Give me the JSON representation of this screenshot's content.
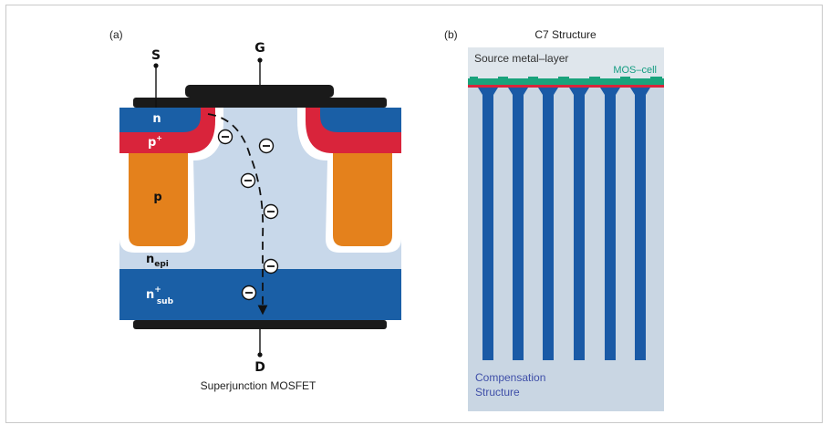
{
  "panel_a": {
    "label": "(a)",
    "caption": "Superjunction MOSFET",
    "terminals": {
      "source": "S",
      "gate": "G",
      "drain": "D"
    },
    "regions": {
      "n": "n",
      "p_plus": "p",
      "p_plus_sup": "+",
      "p": "p",
      "n_epi": "n",
      "n_epi_sub": "epi",
      "n_sub": "n",
      "n_sub_sup": "+",
      "n_sub_sub": "sub"
    },
    "electron_symbol": "−",
    "colors": {
      "n_region": "#1a5fa6",
      "p_plus_region": "#d9243b",
      "p_region": "#e4811c",
      "epi_region": "#c8d8ea",
      "metal": "#1a1a1a"
    }
  },
  "panel_b": {
    "label": "(b)",
    "title": "C7 Structure",
    "metal_label": "Source metal–layer",
    "mos_label": "MOS–cell",
    "compensation_label_line1": "Compensation",
    "compensation_label_line2": "Structure",
    "colors": {
      "background": "#c9d6e3",
      "metal": "#dfe6ec",
      "pillars": "#1a5aa6",
      "mos_cell": "#1aa37c",
      "mos_text": "#149d82",
      "comp_text": "#3f4fa8",
      "red_line": "#d9243b"
    }
  }
}
